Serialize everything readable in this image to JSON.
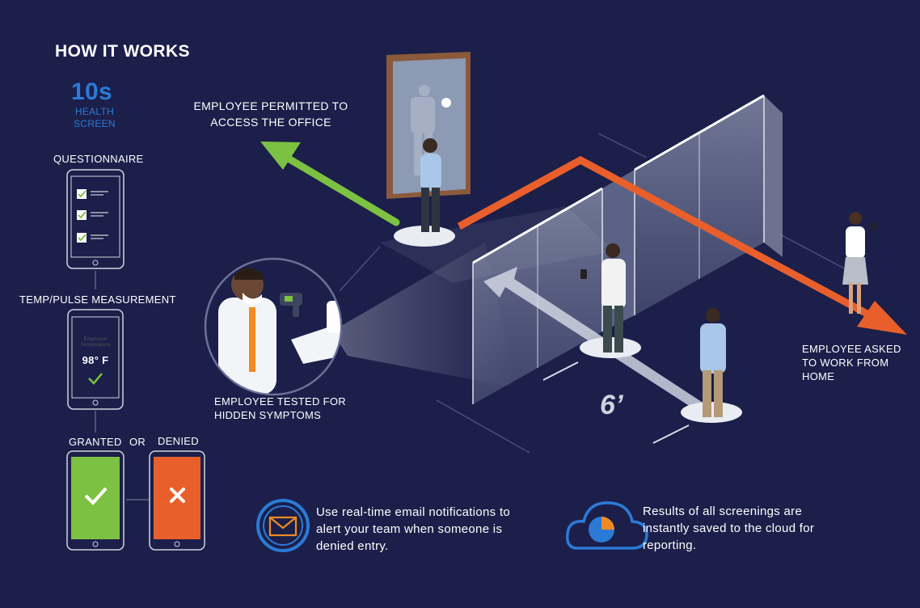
{
  "title": "HOW IT WORKS",
  "health": {
    "time": "10s",
    "line1": "HEALTH",
    "line2": "SCREEN"
  },
  "steps": {
    "questionnaire": "QUESTIONNAIRE",
    "temp_pulse": "TEMP/PULSE MEASUREMENT",
    "granted": "GRANTED",
    "or": "OR",
    "denied": "DENIED"
  },
  "device": {
    "temp_label_1": "Employee",
    "temp_label_2": "Temperature",
    "temp_value": "98° F"
  },
  "captions": {
    "permitted_1": "EMPLOYEE PERMITTED TO",
    "permitted_2": "ACCESS THE OFFICE",
    "tested_1": "EMPLOYEE TESTED FOR",
    "tested_2": "HIDDEN SYMPTOMS",
    "asked_1": "EMPLOYEE ASKED",
    "asked_2": "TO WORK FROM HOME",
    "distance": "6’"
  },
  "notes": {
    "email_1": "Use real-time email notifications to",
    "email_2": "alert your team when someone is",
    "email_3": "denied entry.",
    "cloud_1": "Results of all screenings are",
    "cloud_2": "instantly saved to the cloud for",
    "cloud_3": "reporting."
  },
  "colors": {
    "background": "#1b1f4a",
    "accent_blue": "#2b7bd6",
    "granted_green": "#7cc142",
    "denied_orange": "#e95f2b"
  },
  "icons": [
    "check-icon",
    "close-icon",
    "envelope-icon",
    "cloud-icon",
    "thermometer-scanner-icon"
  ]
}
